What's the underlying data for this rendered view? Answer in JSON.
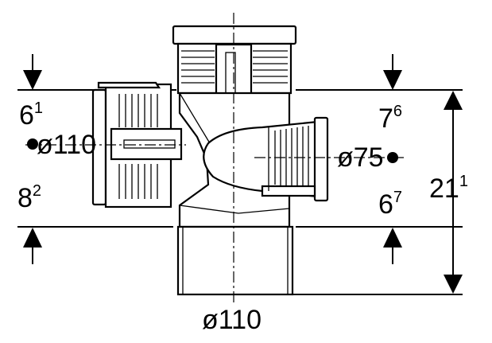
{
  "dimensions": {
    "left_top_main": "6",
    "left_top_sup": "1",
    "left_bottom_main": "8",
    "left_bottom_sup": "2",
    "right_top_main": "7",
    "right_top_sup": "6",
    "right_bottom_main": "6",
    "right_bottom_sup": "7",
    "overall_main": "21",
    "overall_sup": "1"
  },
  "diameters": {
    "left_branch": "ø110",
    "right_branch": "ø75",
    "bottom_outlet": "ø110"
  },
  "colors": {
    "line": "#000000",
    "background": "#ffffff"
  }
}
